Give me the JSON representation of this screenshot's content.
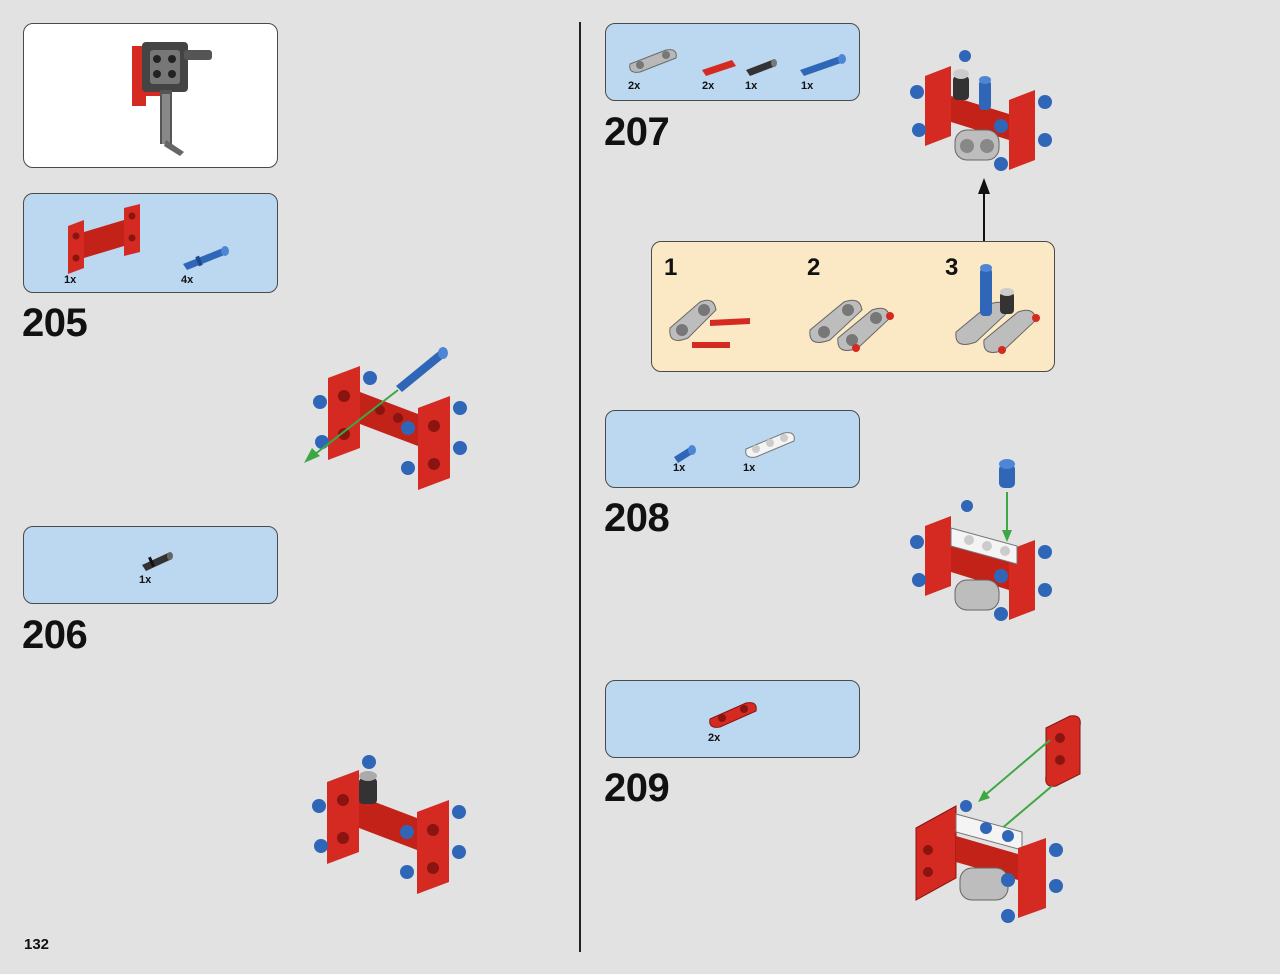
{
  "page": {
    "number": "132"
  },
  "steps": [
    {
      "number": "205",
      "parts": [
        {
          "qty": "1x",
          "name": "red-frame-icon"
        },
        {
          "qty": "4x",
          "name": "blue-pin-icon"
        }
      ]
    },
    {
      "number": "206",
      "parts": [
        {
          "qty": "1x",
          "name": "black-axle-pin-icon"
        }
      ]
    },
    {
      "number": "207",
      "parts": [
        {
          "qty": "2x",
          "name": "gray-beam-icon"
        },
        {
          "qty": "2x",
          "name": "red-axle-icon"
        },
        {
          "qty": "1x",
          "name": "black-axle-pin-icon"
        },
        {
          "qty": "1x",
          "name": "blue-long-pin-icon"
        }
      ],
      "substeps": [
        "1",
        "2",
        "3"
      ]
    },
    {
      "number": "208",
      "parts": [
        {
          "qty": "1x",
          "name": "blue-short-pin-icon"
        },
        {
          "qty": "1x",
          "name": "white-beam-icon"
        }
      ]
    },
    {
      "number": "209",
      "parts": [
        {
          "qty": "2x",
          "name": "red-beam-icon"
        }
      ]
    }
  ],
  "colors": {
    "background": "#e2e2e2",
    "parts_box": "#bcd8f0",
    "substep_box": "#fbe9c6",
    "lego_red": "#d42a22",
    "lego_blue": "#2f66b8",
    "arrow_green": "#3da843"
  }
}
